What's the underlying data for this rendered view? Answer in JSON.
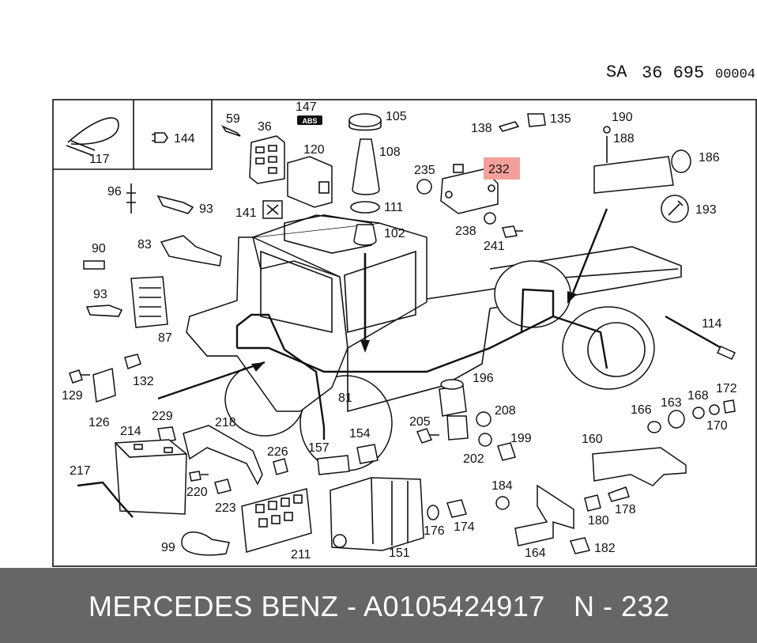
{
  "header": {
    "sa": "SA",
    "num": "36 695",
    "code": "00004"
  },
  "highlight": {
    "label": "232",
    "color": "#f4a09a"
  },
  "labels": [
    {
      "id": "117",
      "t": "117"
    },
    {
      "id": "144",
      "t": "144"
    },
    {
      "id": "59",
      "t": "59"
    },
    {
      "id": "36",
      "t": "36"
    },
    {
      "id": "147",
      "t": "147"
    },
    {
      "id": "abs",
      "t": "ABS"
    },
    {
      "id": "105",
      "t": "105"
    },
    {
      "id": "120",
      "t": "120"
    },
    {
      "id": "108",
      "t": "108"
    },
    {
      "id": "138",
      "t": "138"
    },
    {
      "id": "135",
      "t": "135"
    },
    {
      "id": "190",
      "t": "190"
    },
    {
      "id": "188",
      "t": "188"
    },
    {
      "id": "186",
      "t": "186"
    },
    {
      "id": "96",
      "t": "96"
    },
    {
      "id": "93a",
      "t": "93"
    },
    {
      "id": "141",
      "t": "141"
    },
    {
      "id": "111",
      "t": "111"
    },
    {
      "id": "235",
      "t": "235"
    },
    {
      "id": "238",
      "t": "238"
    },
    {
      "id": "241",
      "t": "241"
    },
    {
      "id": "193",
      "t": "193"
    },
    {
      "id": "90",
      "t": "90"
    },
    {
      "id": "83",
      "t": "83"
    },
    {
      "id": "102",
      "t": "102"
    },
    {
      "id": "93b",
      "t": "93"
    },
    {
      "id": "87",
      "t": "87"
    },
    {
      "id": "114",
      "t": "114"
    },
    {
      "id": "129",
      "t": "129"
    },
    {
      "id": "132",
      "t": "132"
    },
    {
      "id": "126",
      "t": "126"
    },
    {
      "id": "196",
      "t": "196"
    },
    {
      "id": "81",
      "t": "81"
    },
    {
      "id": "229",
      "t": "229"
    },
    {
      "id": "208",
      "t": "208"
    },
    {
      "id": "205",
      "t": "205"
    },
    {
      "id": "218",
      "t": "218"
    },
    {
      "id": "214",
      "t": "214"
    },
    {
      "id": "154",
      "t": "154"
    },
    {
      "id": "199",
      "t": "199"
    },
    {
      "id": "157",
      "t": "157"
    },
    {
      "id": "202",
      "t": "202"
    },
    {
      "id": "226",
      "t": "226"
    },
    {
      "id": "166",
      "t": "166"
    },
    {
      "id": "163",
      "t": "163"
    },
    {
      "id": "168",
      "t": "168"
    },
    {
      "id": "172",
      "t": "172"
    },
    {
      "id": "170",
      "t": "170"
    },
    {
      "id": "160",
      "t": "160"
    },
    {
      "id": "217",
      "t": "217"
    },
    {
      "id": "220",
      "t": "220"
    },
    {
      "id": "184",
      "t": "184"
    },
    {
      "id": "223",
      "t": "223"
    },
    {
      "id": "178",
      "t": "178"
    },
    {
      "id": "176",
      "t": "176"
    },
    {
      "id": "174",
      "t": "174"
    },
    {
      "id": "180",
      "t": "180"
    },
    {
      "id": "99",
      "t": "99"
    },
    {
      "id": "211",
      "t": "211"
    },
    {
      "id": "151",
      "t": "151"
    },
    {
      "id": "164",
      "t": "164"
    },
    {
      "id": "182",
      "t": "182"
    }
  ],
  "footer": {
    "part": "MERCEDES BENZ - A0105424917",
    "ref": "N - 232"
  }
}
